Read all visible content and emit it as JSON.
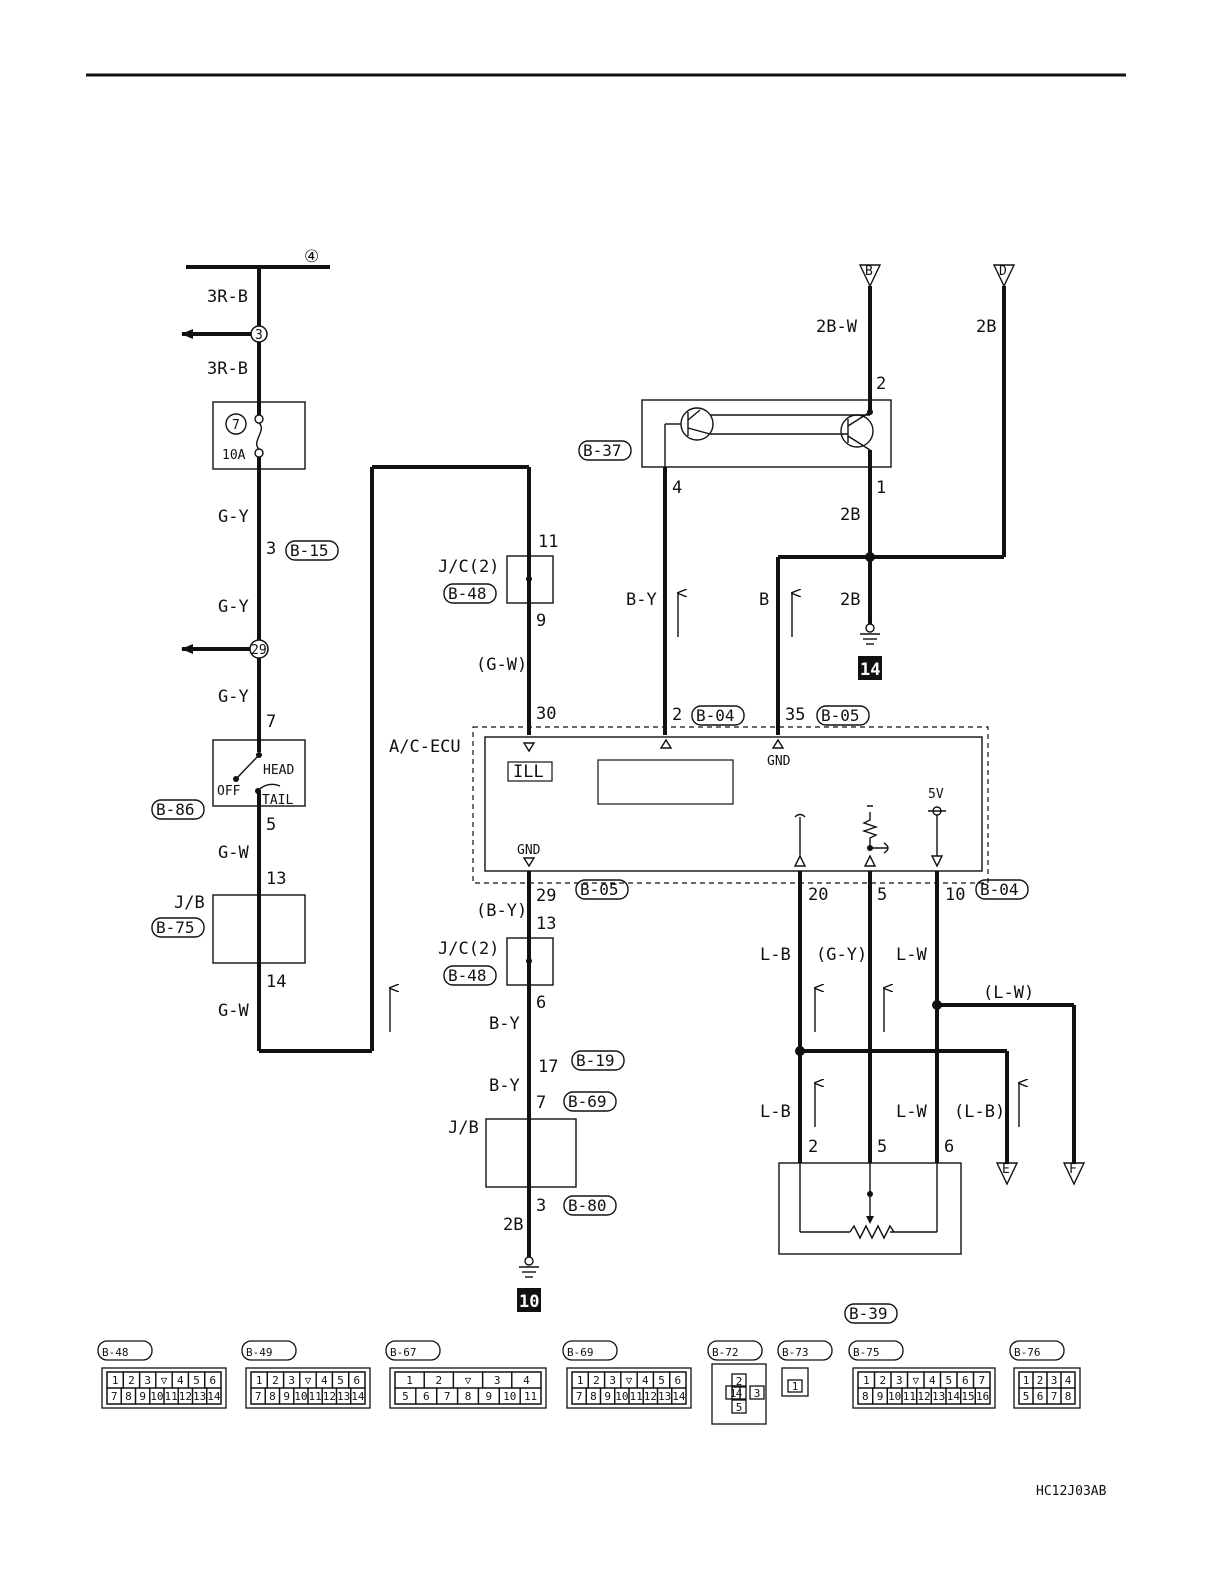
{
  "doc_code": "HC12J03AB",
  "refs": {
    "r4": "④",
    "r7": "7",
    "r3": "3",
    "r29": "29",
    "g14": "14",
    "g10": "10",
    "B": "B",
    "D": "D",
    "E": "E",
    "F": "F"
  },
  "ecu": {
    "name": "A/C-ECU",
    "ill": "ILL",
    "gnd_top": "GND",
    "gnd_bottom": "GND",
    "v5": "5V"
  },
  "fuse": {
    "rating": "10A"
  },
  "switch": {
    "head": "HEAD",
    "off": "OFF",
    "tail": "TAIL"
  },
  "jb": "J/B",
  "jc": "J/C(2)",
  "wires": {
    "w1": "3R-B",
    "w2": "3R-B",
    "w3": "G-Y",
    "w4": "G-Y",
    "w5": "G-Y",
    "w6": "G-W",
    "w7": "G-W",
    "w8": "(G-W)",
    "w9": "(B-Y)",
    "w10": "B-Y",
    "w11": "B-Y",
    "w12": "2B",
    "w13": "B-Y",
    "w14": "B",
    "w15": "2B-W",
    "w16": "2B",
    "w17": "2B",
    "w18": "2B",
    "w19": "L-B",
    "w20": "(G-Y)",
    "w21": "L-W",
    "w22": "(L-W)",
    "w23": "L-B",
    "w24": "L-W",
    "w25": "(L-B)"
  },
  "pins": {
    "p1": "3",
    "p2": "7",
    "p3": "5",
    "p4": "13",
    "p5": "14",
    "p6": "11",
    "p7": "9",
    "p8": "30",
    "p9": "29",
    "p10": "13",
    "p11": "6",
    "p12": "17",
    "p13": "7",
    "p14": "3",
    "p15": "2",
    "p16": "35",
    "p17": "4",
    "p18": "1",
    "p19": "2",
    "p20": "20",
    "p21": "5",
    "p22": "10",
    "p23": "2",
    "p24": "5",
    "p25": "6"
  },
  "tags": {
    "t1": "B-15",
    "t2": "B-86",
    "t3": "B-75",
    "t4": "B-48",
    "t5": "B-48",
    "t6": "B-19",
    "t7": "B-69",
    "t8": "B-80",
    "t9": "B-05",
    "t10": "B-04",
    "t11": "B-05",
    "t12": "B-04",
    "t13": "B-37",
    "t14": "B-39"
  },
  "connectors": [
    {
      "id": "B-48",
      "top": [
        "1",
        "2",
        "3",
        "▽",
        "4",
        "5",
        "6"
      ],
      "bottom": [
        "7",
        "8",
        "9",
        "10",
        "11",
        "12",
        "13",
        "14"
      ]
    },
    {
      "id": "B-49",
      "top": [
        "1",
        "2",
        "3",
        "▽",
        "4",
        "5",
        "6"
      ],
      "bottom": [
        "7",
        "8",
        "9",
        "10",
        "11",
        "12",
        "13",
        "14"
      ]
    },
    {
      "id": "B-67",
      "top": [
        "1",
        "2",
        "▽",
        "3",
        "4"
      ],
      "bottom": [
        "5",
        "6",
        "7",
        "8",
        "9",
        "10",
        "11"
      ]
    },
    {
      "id": "B-69",
      "top": [
        "1",
        "2",
        "3",
        "▽",
        "4",
        "5",
        "6"
      ],
      "bottom": [
        "7",
        "8",
        "9",
        "10",
        "11",
        "12",
        "13",
        "14"
      ]
    },
    {
      "id": "B-72",
      "cells": [
        "1",
        "2",
        "3",
        "4",
        "5"
      ]
    },
    {
      "id": "B-73",
      "cells": [
        "1"
      ]
    },
    {
      "id": "B-75",
      "top": [
        "1",
        "2",
        "3",
        "▽",
        "4",
        "5",
        "6",
        "7"
      ],
      "bottom": [
        "8",
        "9",
        "10",
        "11",
        "12",
        "13",
        "14",
        "15",
        "16"
      ]
    },
    {
      "id": "B-76",
      "top": [
        "1",
        "2",
        "3",
        "4"
      ],
      "bottom": [
        "5",
        "6",
        "7",
        "8"
      ]
    }
  ]
}
